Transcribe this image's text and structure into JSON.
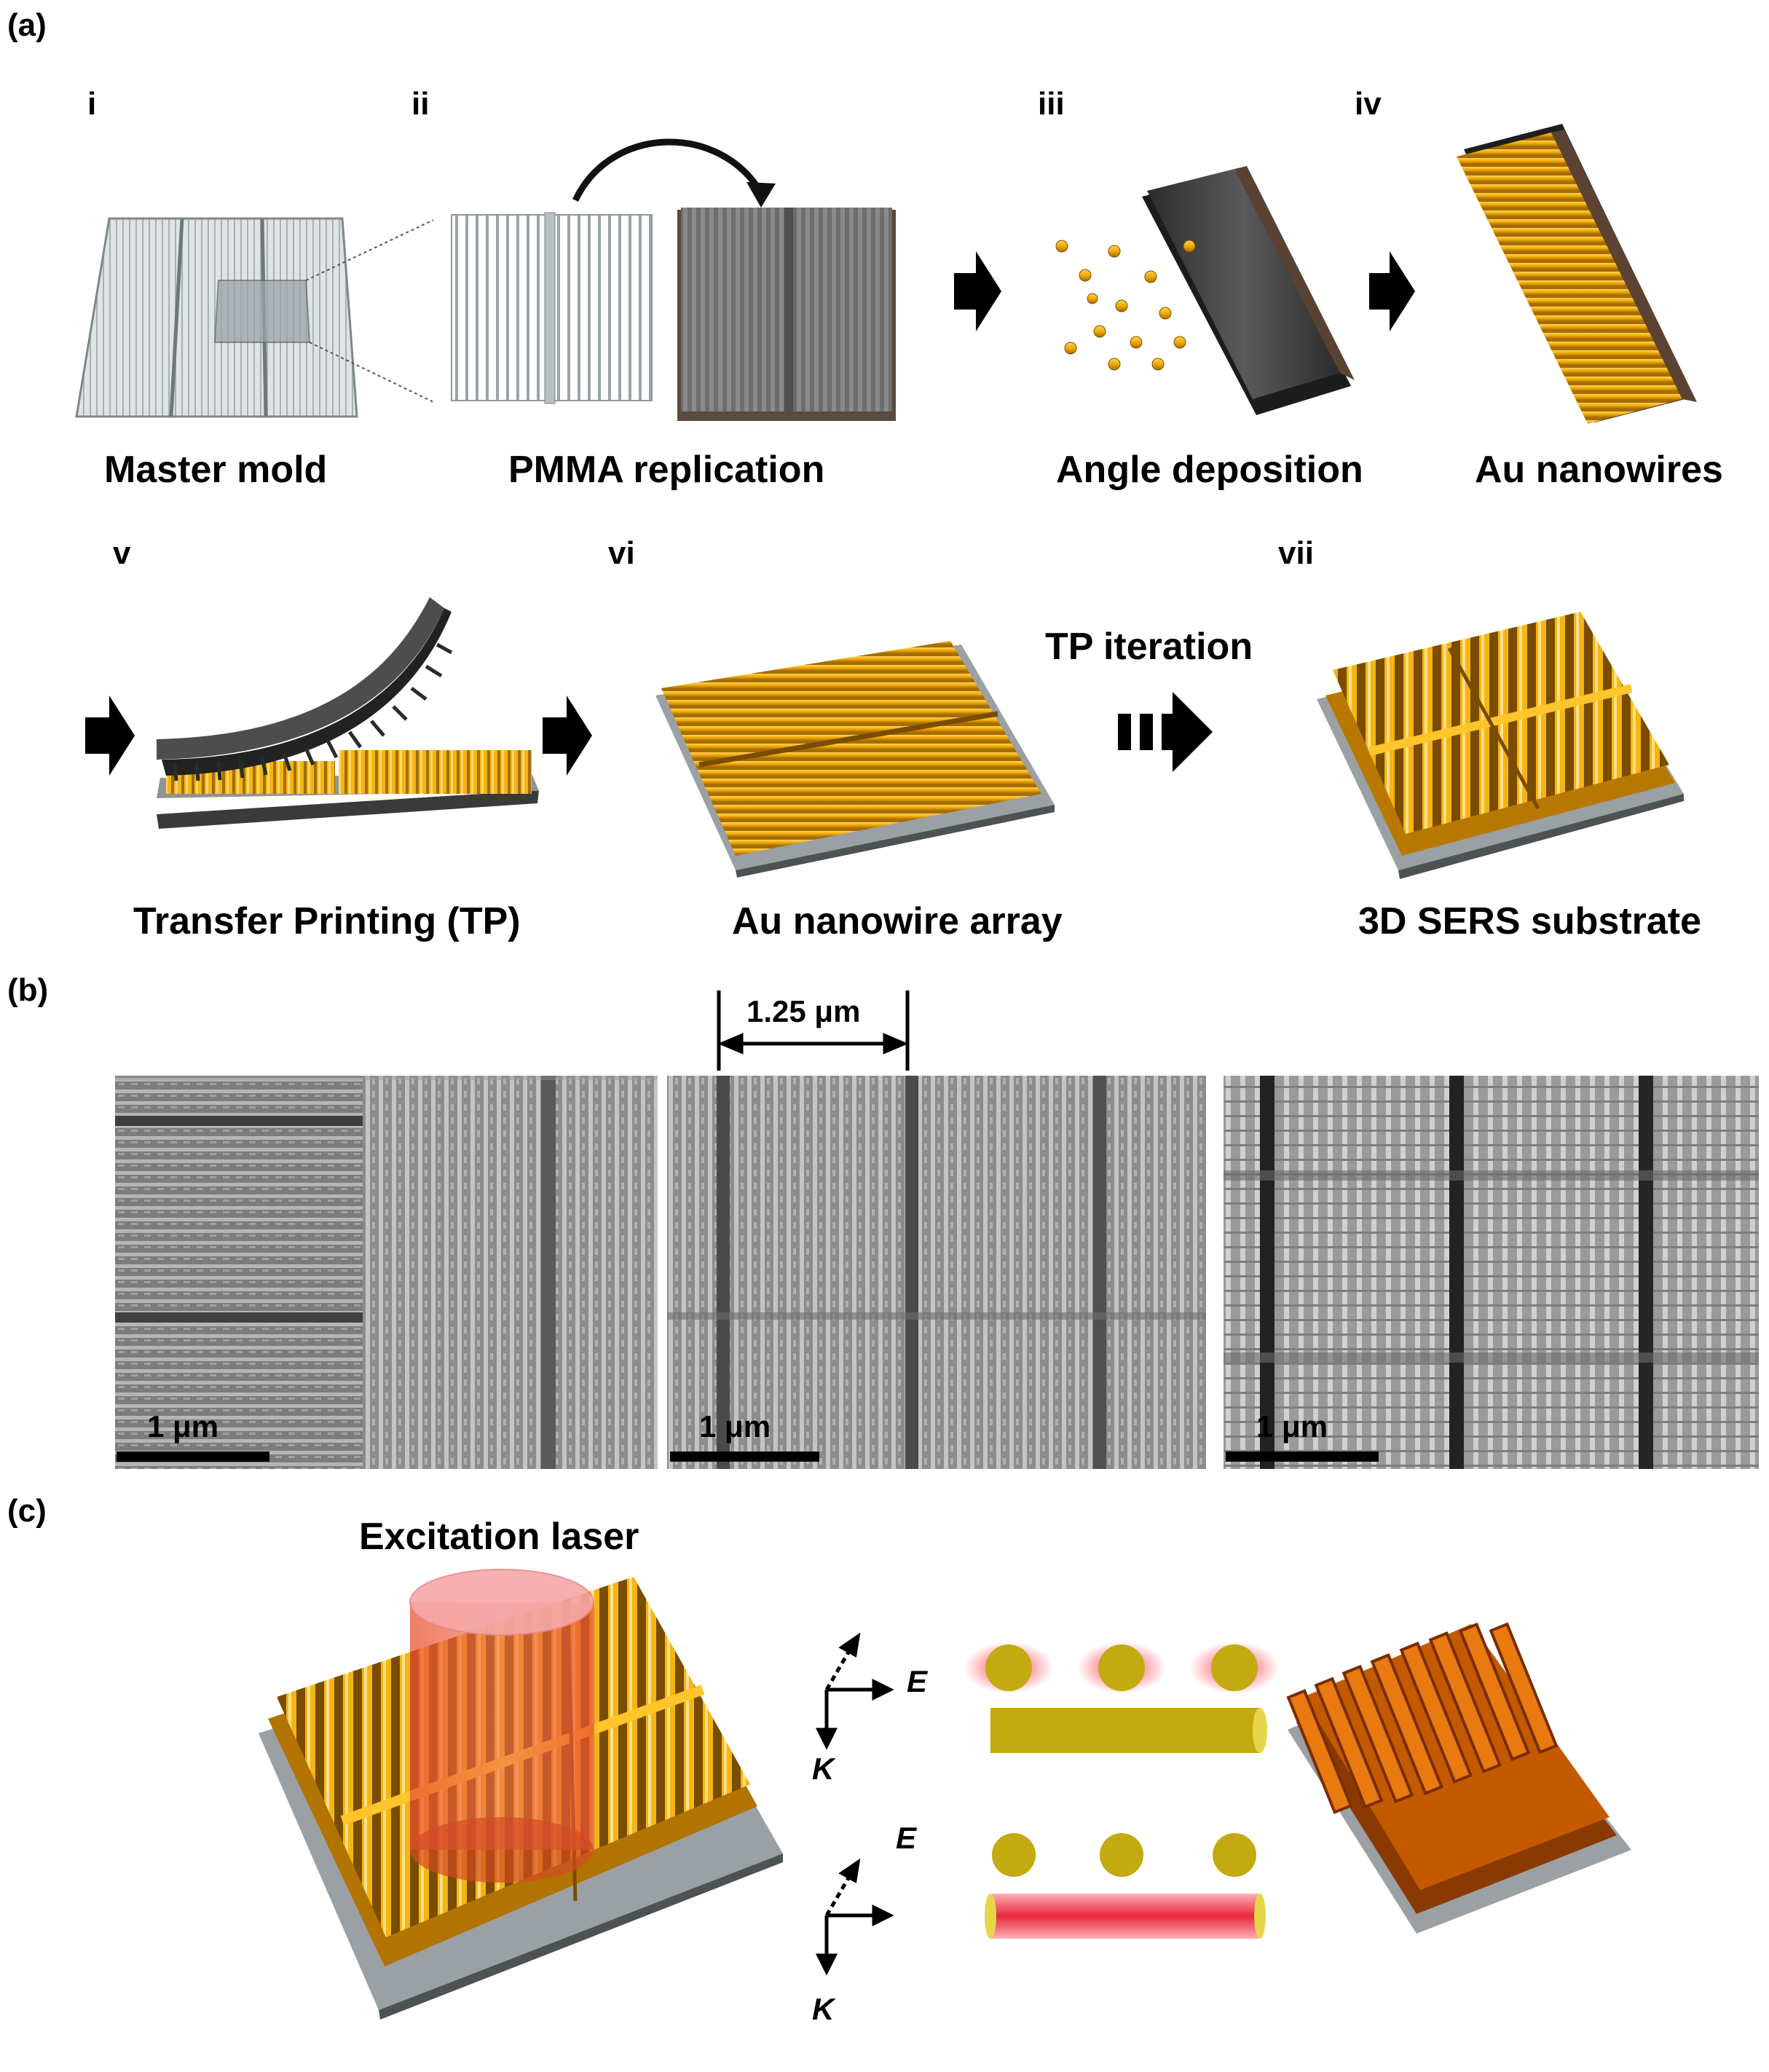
{
  "panel_a": {
    "letter": "(a)",
    "steps": [
      {
        "roman": "i",
        "caption": "Master mold"
      },
      {
        "roman": "ii",
        "caption": "PMMA replication"
      },
      {
        "roman": "iii",
        "caption": "Angle deposition"
      },
      {
        "roman": "iv",
        "caption": "Au nanowires"
      },
      {
        "roman": "v",
        "caption": "Transfer Printing (TP)"
      },
      {
        "roman": "vi",
        "caption": "Au nanowire array"
      },
      {
        "roman": "vii",
        "caption": "3D SERS substrate"
      }
    ],
    "iteration_label": "TP iteration"
  },
  "panel_b": {
    "letter": "(b)",
    "period_label": "1.25 μm",
    "scale_bars": [
      "1 μm",
      "1 μm",
      "1 μm"
    ]
  },
  "panel_c": {
    "letter": "(c)",
    "laser_label": "Excitation laser",
    "e_label_top": "E",
    "k_label_top": "K",
    "e_label_bottom": "E",
    "k_label_bottom": "K"
  },
  "colors": {
    "gold": "#f2a900",
    "gold_dark": "#b97a00",
    "mold_gray": "#c9ced0",
    "pmma_dark": "#4a4a4a",
    "laser": "#e8553a",
    "field_red": "#e8283a"
  }
}
